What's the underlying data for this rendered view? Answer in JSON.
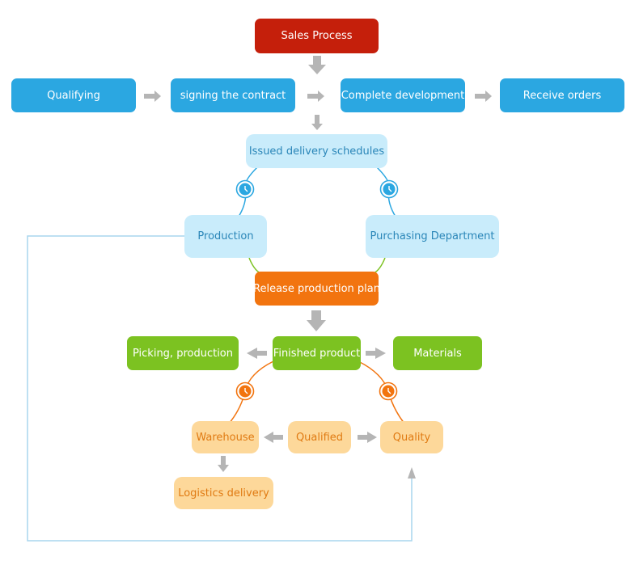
{
  "nodes": {
    "sales_process": "Sales Process",
    "qualifying": "Qualifying",
    "signing_contract": "signing the contract",
    "complete_development": "Complete development",
    "receive_orders": "Receive orders",
    "issued_delivery_schedules": "Issued delivery schedules",
    "production": "Production",
    "purchasing_department": "Purchasing Department",
    "release_production_plan": "Release production plan",
    "picking_production": "Picking, production",
    "finished_product": "Finished product",
    "materials": "Materials",
    "warehouse": "Warehouse",
    "qualified": "Qualified",
    "quality": "Quality",
    "logistics_delivery": "Logistics delivery"
  },
  "colors": {
    "red": "#c51f0b",
    "blue": "#2ba7e1",
    "light_blue": "#c9ecfb",
    "orange": "#f2740f",
    "green": "#7cc221",
    "yellow": "#fdd89a",
    "arrow_gray": "#b5b5b5",
    "connector_blue": "#2ba7e1",
    "connector_green": "#7cc221",
    "connector_orange": "#f2740f",
    "feedback_line": "#a9d6ee"
  },
  "icons": [
    "clock-icon"
  ]
}
